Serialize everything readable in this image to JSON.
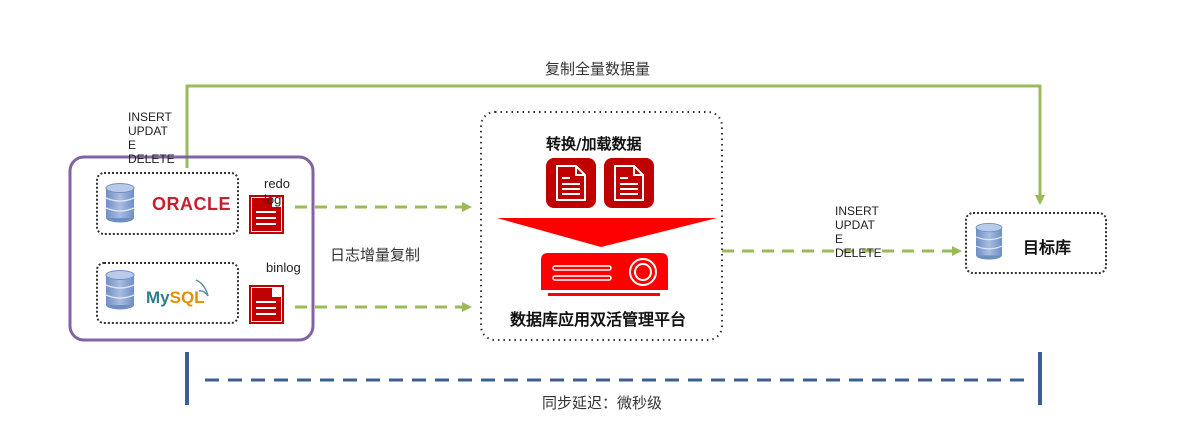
{
  "labels": {
    "full_copy": "复制全量数据量",
    "incremental_copy": "日志增量复制",
    "sync_latency": "同步延迟：微秒级",
    "transform_load": "转换/加载数据",
    "platform": "数据库应用双活管理平台",
    "target_db": "目标库",
    "redo_log_line1": "redo",
    "redo_log_line2": "log",
    "binlog": "binlog"
  },
  "sql_ops_left": [
    "INSERT",
    "UPDAT",
    "E",
    "DELETE"
  ],
  "sql_ops_right": [
    "INSERT",
    "UPDAT",
    "E",
    "DELETE"
  ],
  "sources": {
    "oracle": "ORACLE",
    "mysql_my": "My",
    "mysql_sql": "SQL"
  },
  "colors": {
    "green": "#9bbb59",
    "purple": "#8064a2",
    "blue": "#3b5f94",
    "red": "#c00000",
    "bright_red": "#ff0000"
  }
}
